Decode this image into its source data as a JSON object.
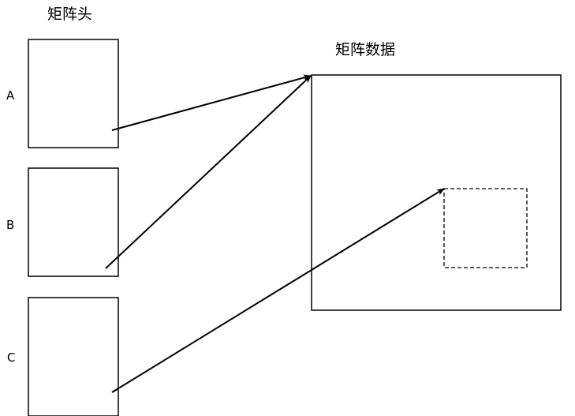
{
  "header_title": "矩阵头",
  "data_title": "矩阵数据",
  "header_labels": [
    "A",
    "B",
    "C"
  ]
}
